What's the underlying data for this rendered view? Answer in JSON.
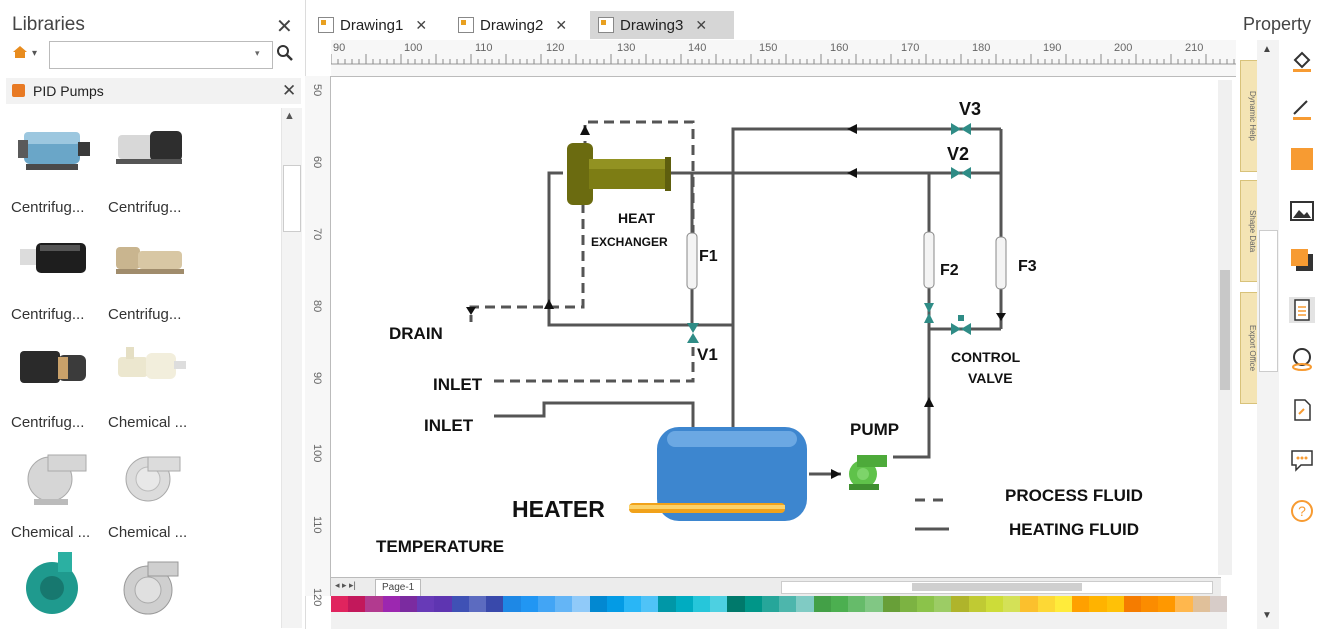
{
  "libraries": {
    "title": "Libraries",
    "search_placeholder": "",
    "library_name": "PID Pumps",
    "shapes": [
      {
        "label": "Centrifug..."
      },
      {
        "label": "Centrifug..."
      },
      {
        "label": "Centrifug..."
      },
      {
        "label": "Centrifug..."
      },
      {
        "label": "Centrifug..."
      },
      {
        "label": "Chemical ..."
      },
      {
        "label": "Chemical ..."
      },
      {
        "label": "Chemical ..."
      }
    ]
  },
  "tabs": [
    {
      "label": "Drawing1"
    },
    {
      "label": "Drawing2"
    },
    {
      "label": "Drawing3"
    }
  ],
  "active_tab": "Drawing3",
  "ruler": {
    "top": [
      "90",
      "100",
      "110",
      "120",
      "130",
      "140",
      "150",
      "160",
      "170",
      "180",
      "190",
      "200",
      "210"
    ],
    "left": [
      "50",
      "60",
      "70",
      "80",
      "90",
      "100",
      "110",
      "120"
    ]
  },
  "diagram": {
    "labels": {
      "v3": "V3",
      "v2": "V2",
      "heat": "HEAT",
      "exchanger": "EXCHANGER",
      "f1": "F1",
      "f2": "F2",
      "f3": "F3",
      "drain": "DRAIN",
      "v1": "V1",
      "control": "CONTROL",
      "valve": "VALVE",
      "inlet1": "INLET",
      "inlet2": "INLET",
      "pump": "PUMP",
      "heater": "HEATER",
      "temperature": "TEMPERATURE",
      "legend_process": "PROCESS FLUID",
      "legend_heating": "HEATING FLUID"
    }
  },
  "page_tab": "Page-1",
  "property": {
    "title": "Property",
    "side_tabs": [
      "Dynamic Help",
      "Shape Data",
      "Export Office"
    ]
  },
  "colors": {
    "heater_blue": "#3d86cf",
    "exchanger_olive": "#7a7a12",
    "pump_green": "#5fc24a",
    "valve_teal": "#2f8c86",
    "accent_orange": "#f79b32"
  },
  "icons": [
    "home-icon",
    "search-icon",
    "fill-icon",
    "line-icon",
    "shape-icon",
    "image-icon",
    "shadow-icon",
    "page-icon",
    "hyperlink-icon",
    "attachment-icon",
    "comment-icon",
    "help-icon"
  ]
}
